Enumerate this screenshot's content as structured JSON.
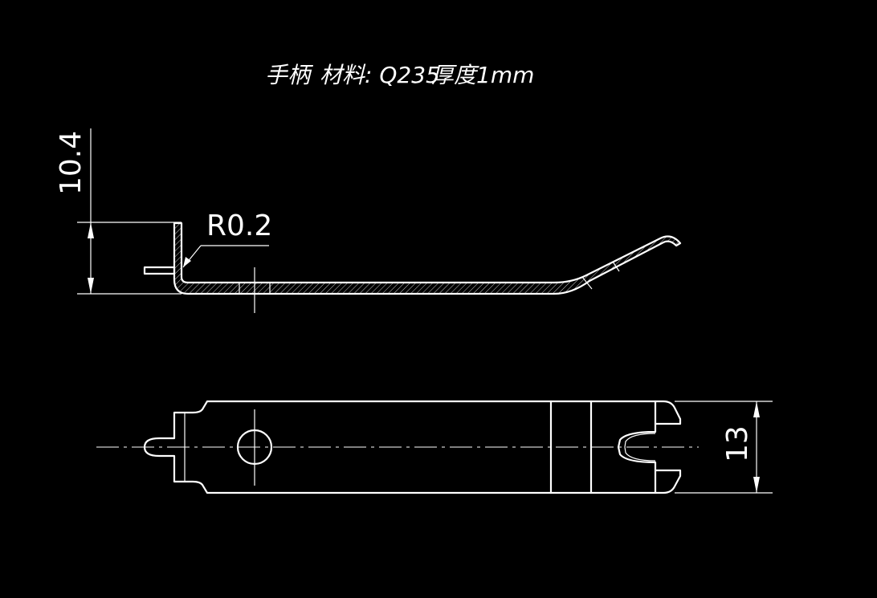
{
  "title": {
    "part_name": "手柄",
    "material": "材料: Q235",
    "thickness": "厚度1mm"
  },
  "dimensions": {
    "height": "10.4",
    "bend_radius": "R0.2",
    "width": "13"
  },
  "colors": {
    "background": "#000000",
    "line": "#ffffff"
  }
}
